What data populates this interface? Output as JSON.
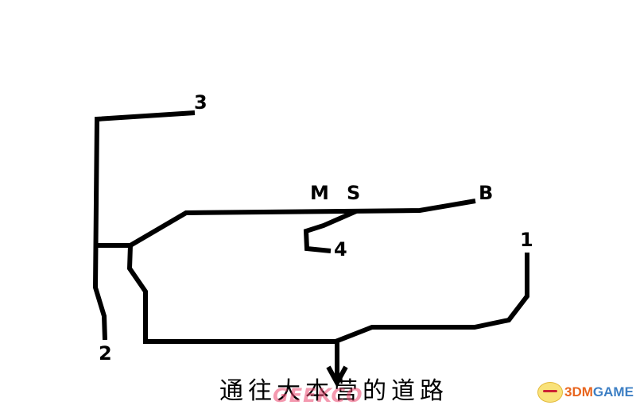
{
  "diagram": {
    "caption": "通往大本营的道路",
    "labels": {
      "n1": "1",
      "n2": "2",
      "n3": "3",
      "n4": "4",
      "m": "M",
      "s": "S",
      "b": "B"
    },
    "watermark": "GEEKCO",
    "logo": {
      "part1": "3DM",
      "part2": "GAME"
    },
    "colors": {
      "line": "#000000",
      "background": "#ffffff",
      "logo_orange": "#e8661f",
      "logo_blue": "#3d7fc4"
    }
  }
}
